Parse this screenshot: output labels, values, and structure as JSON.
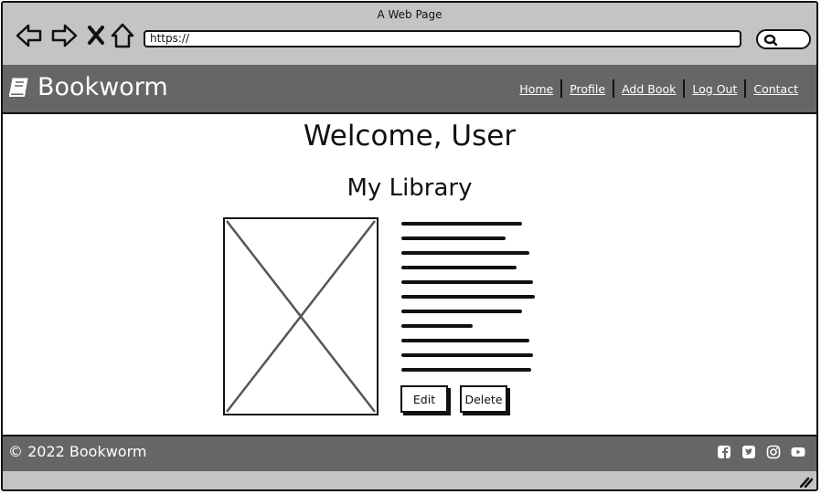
{
  "window": {
    "title": "A Web Page"
  },
  "browser": {
    "url": "https://"
  },
  "site": {
    "brand": "Bookworm"
  },
  "nav": {
    "items": [
      {
        "label": "Home"
      },
      {
        "label": "Profile"
      },
      {
        "label": "Add Book"
      },
      {
        "label": "Log Out"
      },
      {
        "label": "Contact"
      }
    ]
  },
  "main": {
    "welcome": "Welcome, User",
    "library_title": "My Library",
    "book": {
      "edit_label": "Edit",
      "delete_label": "Delete"
    }
  },
  "footer": {
    "copyright": "© 2022 Bookworm",
    "social": [
      "facebook-icon",
      "twitter-icon",
      "instagram-icon",
      "youtube-icon"
    ]
  },
  "colors": {
    "chrome": "#c4c4c4",
    "header": "#666666",
    "ink": "#111111"
  }
}
